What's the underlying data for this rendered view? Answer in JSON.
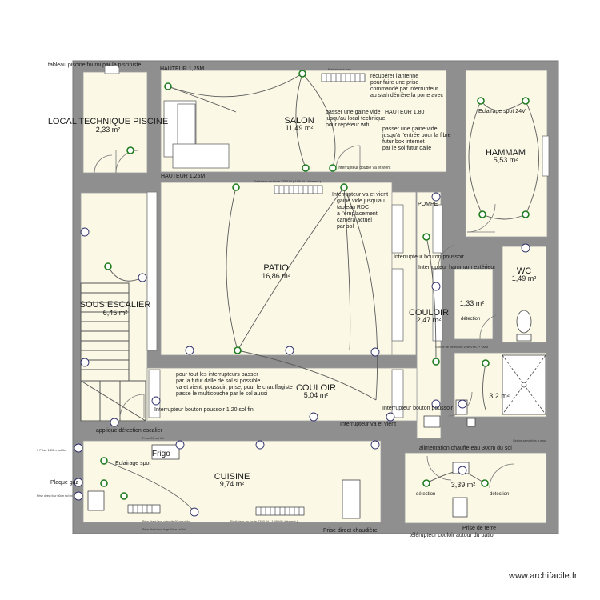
{
  "rooms": [
    {
      "name": "LOCAL TECHNIQUE PISCINE",
      "area": "2,33 m²"
    },
    {
      "name": "SALON",
      "area": "11,49 m²"
    },
    {
      "name": "HAMMAM",
      "area": "5,53 m²"
    },
    {
      "name": "PATIO",
      "area": "16,86 m²"
    },
    {
      "name": "WC",
      "area": "1,49 m²"
    },
    {
      "name": "SOUS ESCALIER",
      "area": "6,45 m²"
    },
    {
      "name": "COULOIR",
      "area": "2,47 m²"
    },
    {
      "name": "COULOIR",
      "area": "5,04 m²"
    },
    {
      "name": "CUISINE",
      "area": "9,74 m²"
    },
    {
      "name": "",
      "area": "1,33 m²"
    },
    {
      "name": "",
      "area": "3,2 m²"
    },
    {
      "name": "",
      "area": "3,39 m²"
    }
  ],
  "notes": {
    "tableau_piscine": "tableau piscine fourni par le pisciniste",
    "hauteur_top": "HAUTEUR 1,25M",
    "hauteur_bottom": "HAUTEUR 1,25M",
    "hauteur_180": "HAUTEUR 1,80",
    "radiateur_top": "Radiateur à eau",
    "antenne": [
      "récupérer l'antenne",
      "pour faire une prise",
      "commandé par interrupteur",
      "au stah dérrière la porte avec"
    ],
    "gaine_wifi": [
      "passer une gaine vide",
      "jusqu'au local technique",
      "pour répéteur wifi"
    ],
    "gaine_fibre": [
      "passer une gaine vide",
      "jusqu'à l'entrée pour la fibre",
      "futur box internet",
      "par le sol futur dalle"
    ],
    "eclairage_spot_24v": "Eclairage spot 24V",
    "interrupteur_double": "Interrupteur  double va et vient",
    "radiateur_patio": "Radiateur en fonte 2350 W ( 15/6 W / élément )",
    "interrupteur_va_vient_block": [
      "Interrupteur va et vient",
      "gaine vide jusqu'au",
      "tableau RDC",
      "a l'emplacement",
      "caméra actuel",
      "par sol"
    ],
    "pompe": "POMPE",
    "interrupteur_bouton_poussoir_1": "Interrupteur bouton poussoir",
    "interrupteur_hammam": "Interrupteur hammam extérieur",
    "detection_1": "détection",
    "sonde": "Sonde de détection vide VMC + 5MM",
    "interrupteurs_block": [
      "pour tout les interrupteurs passer",
      "par la futur dalle de sol si possible",
      "va et vient, poussoir, prise, pour le chauffagiste",
      "passe le multicouche par le sol aussi"
    ],
    "interrupteur_bouton_poussoir_120": "Interrupteur bouton poussoir 1,20 sol fini",
    "interrupteur_bouton_poussoir_2": "Interrupteur bouton poussoir",
    "interrupteur_va_vient": "Interrupteur va et vient",
    "applique": "applique détection escalier",
    "prise_20": "Prise 20 sol fini",
    "frigo": "Frigo",
    "prise_120": "3 Prise 1,20m sol fini",
    "eclairage_spot": "Eclairage spot",
    "plaque_gaz": "Plaque gaz",
    "prise_direct_four": "Prise direct four 60cm sol fini",
    "alimentation_chauffe_eau": "alimentation chauffe eau 30cm du sol",
    "seche_serviettes": "Sèche-serviettes à eau",
    "detection_2": "détection",
    "detection_3": "détection",
    "radiateur_cuisine": "Radiateur en fonte 2350 W ( 15/6 W / élément )",
    "prise_direct_chaudiere": "Prise direct chaudière",
    "prise_lave_vaisselle": "Prise direct lave-vaisselle 60cm sol fini",
    "prise_lave_linge": "Prise direct lave-linge 60cm sol fini",
    "prise_de_terre": "Prise de terre",
    "telerupteur": "télérupteur couloir autour du patio",
    "watermark": "www.archifacile.fr"
  },
  "colors": {
    "wall": "#8f8f8f",
    "wall_outline": "#777777",
    "floor": "#fbf9e6",
    "light_fixture": "#1e7b1e",
    "wire": "#555555"
  }
}
